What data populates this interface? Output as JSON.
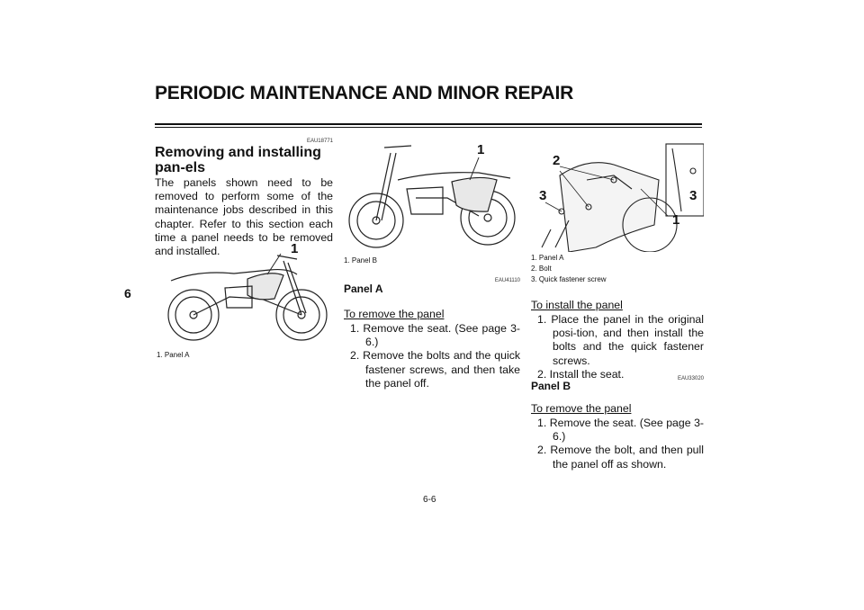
{
  "header": {
    "title": "PERIODIC MAINTENANCE AND MINOR REPAIR"
  },
  "side_tab": "6",
  "page_number": "6-6",
  "col1": {
    "code": "EAU18771",
    "heading": "Removing and installing pan-els",
    "body": "The panels shown need to be removed to perform some of the maintenance jobs described in this chapter. Refer to this section each time a panel needs to be removed and installed.",
    "figure_callout": "1",
    "caption": "1. Panel A"
  },
  "col2": {
    "figure_callout": "1",
    "caption": "1. Panel B",
    "code": "EAU41110",
    "heading": "Panel A",
    "subheading": "To remove the panel",
    "steps": [
      "1. Remove the seat. (See page 3-6.)",
      "2. Remove the bolts and the quick fastener screws, and then take the panel off."
    ]
  },
  "col3": {
    "figure_callouts": [
      "2",
      "3",
      "3",
      "1"
    ],
    "captions": [
      "1. Panel A",
      "2. Bolt",
      "3. Quick fastener screw"
    ],
    "subheading1": "To install the panel",
    "install_steps": [
      "1. Place the panel in the original posi-tion, and then install the bolts and the quick fastener screws.",
      "2. Install the seat."
    ],
    "code": "EAU33020",
    "heading": "Panel B",
    "subheading2": "To remove the panel",
    "remove_steps": [
      "1. Remove the seat. (See page 3-6.)",
      "2. Remove the bolt, and then pull the panel off as shown."
    ]
  }
}
